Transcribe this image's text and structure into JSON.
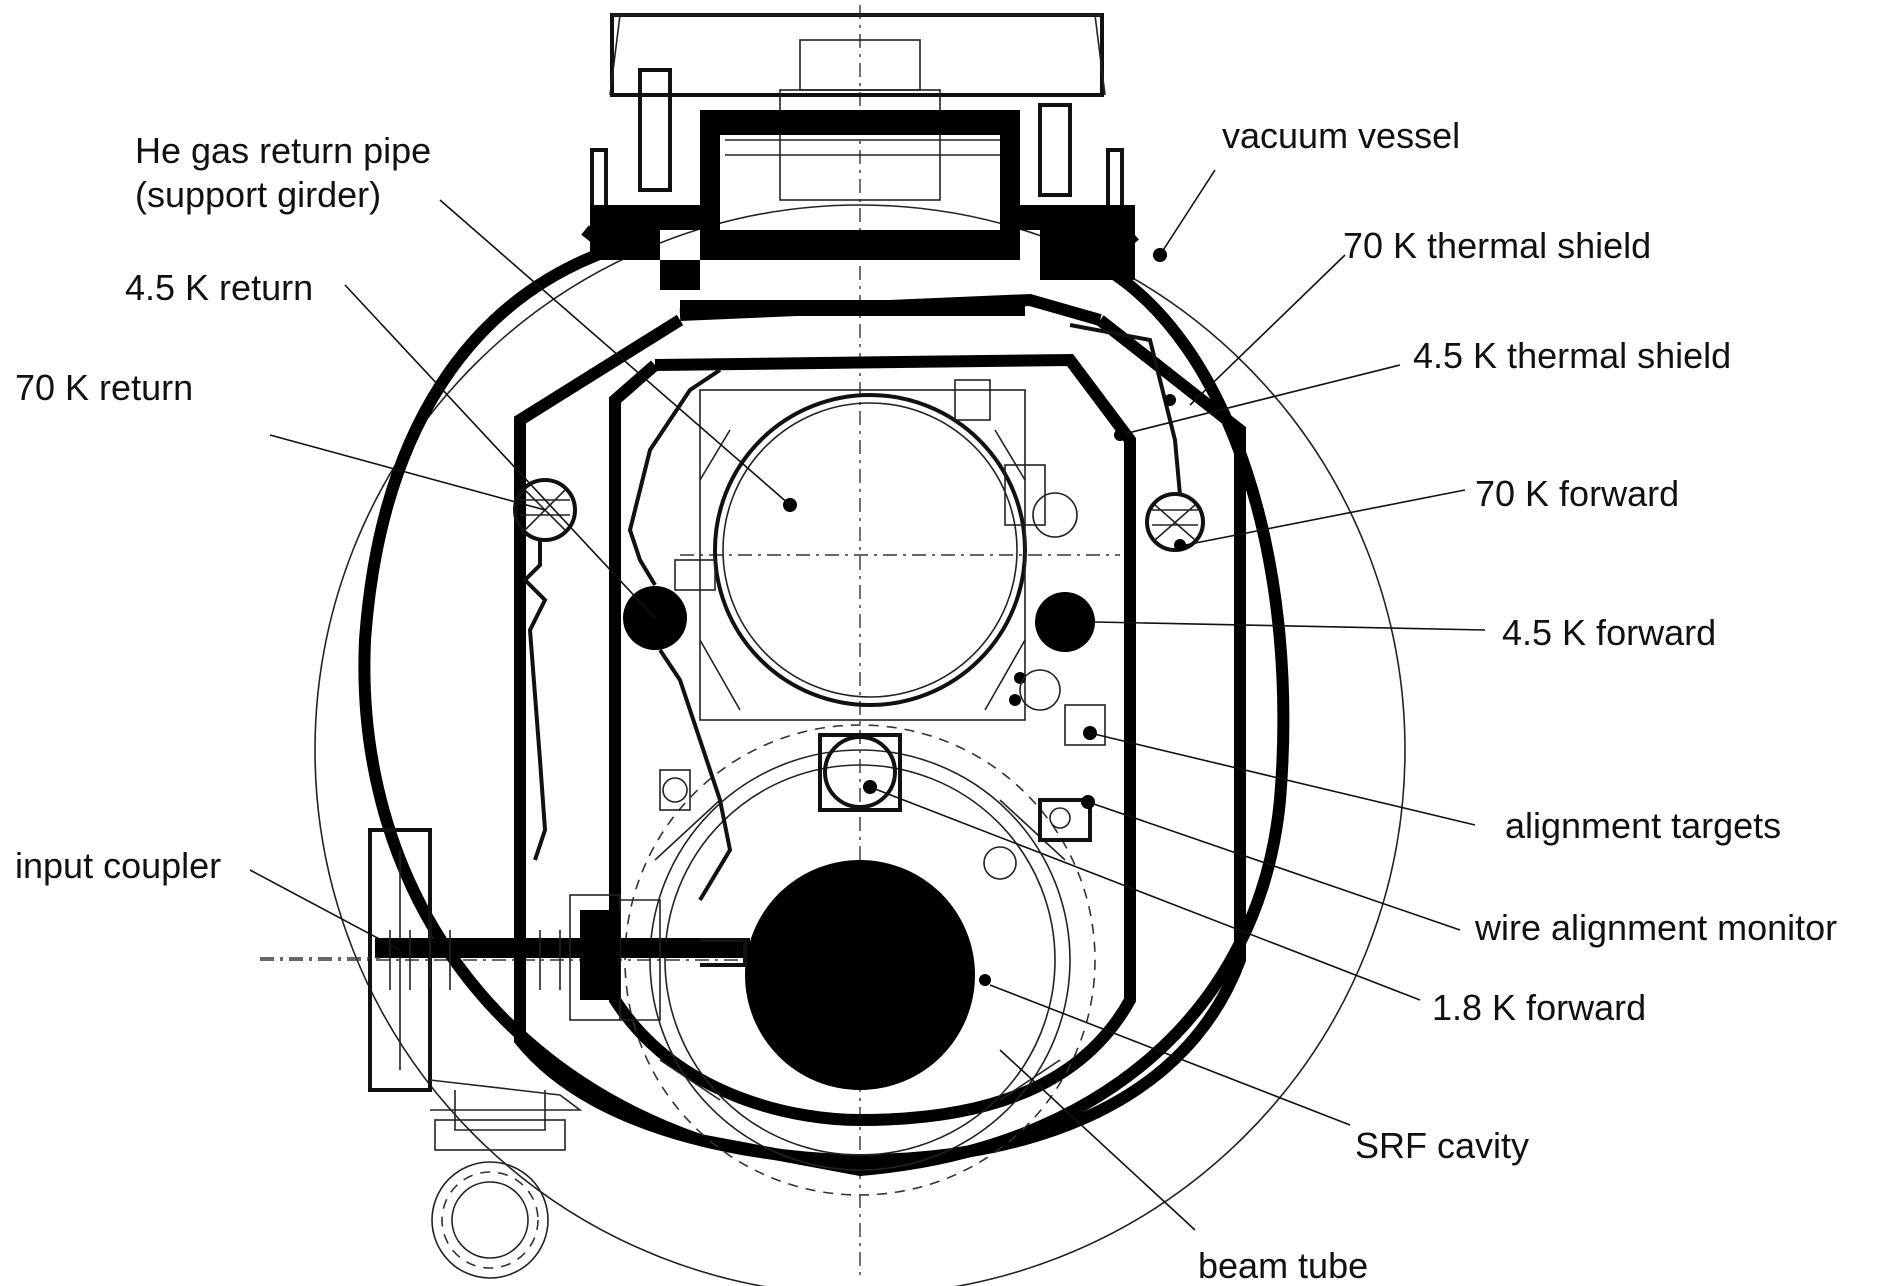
{
  "labels": {
    "he_gas_return_pipe": "He gas return pipe",
    "support_girder": "(support girder)",
    "return_4_5k": "4.5 K return",
    "return_70k": "70 K return",
    "input_coupler": "input coupler",
    "vacuum_vessel": "vacuum vessel",
    "thermal_shield_70k": "70 K thermal shield",
    "thermal_shield_4_5k": "4.5 K thermal shield",
    "forward_70k": "70 K forward",
    "forward_4_5k": "4.5 K forward",
    "alignment_targets": "alignment targets",
    "wire_alignment_monitor": "wire alignment monitor",
    "forward_1_8k": "1.8 K forward",
    "srf_cavity": "SRF cavity",
    "beam_tube": "beam tube"
  }
}
